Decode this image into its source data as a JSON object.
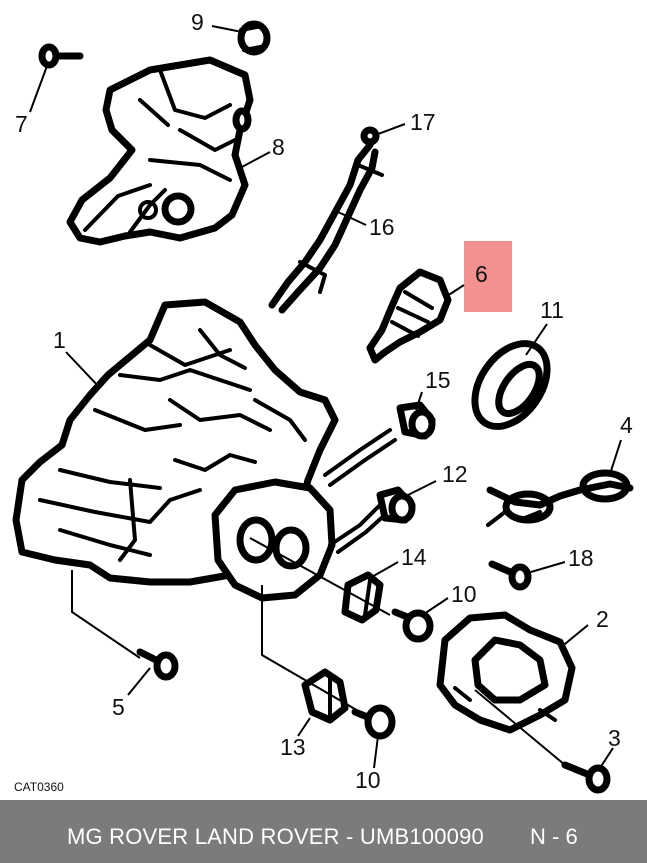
{
  "callouts": {
    "c1": "1",
    "c2": "2",
    "c3": "3",
    "c4": "4",
    "c5": "5",
    "c6": "6",
    "c7": "7",
    "c8": "8",
    "c9": "9",
    "c10a": "10",
    "c10b": "10",
    "c11": "11",
    "c12": "12",
    "c13": "13",
    "c14": "14",
    "c15": "15",
    "c16": "16",
    "c17": "17",
    "c18": "18"
  },
  "highlight": {
    "part": "6",
    "color": "#f28b8b"
  },
  "diagram_code": "CAT0360",
  "footer": {
    "title": "MG ROVER LAND ROVER - UMB100090",
    "page": "N - 6",
    "background": "#7b7b7b"
  }
}
